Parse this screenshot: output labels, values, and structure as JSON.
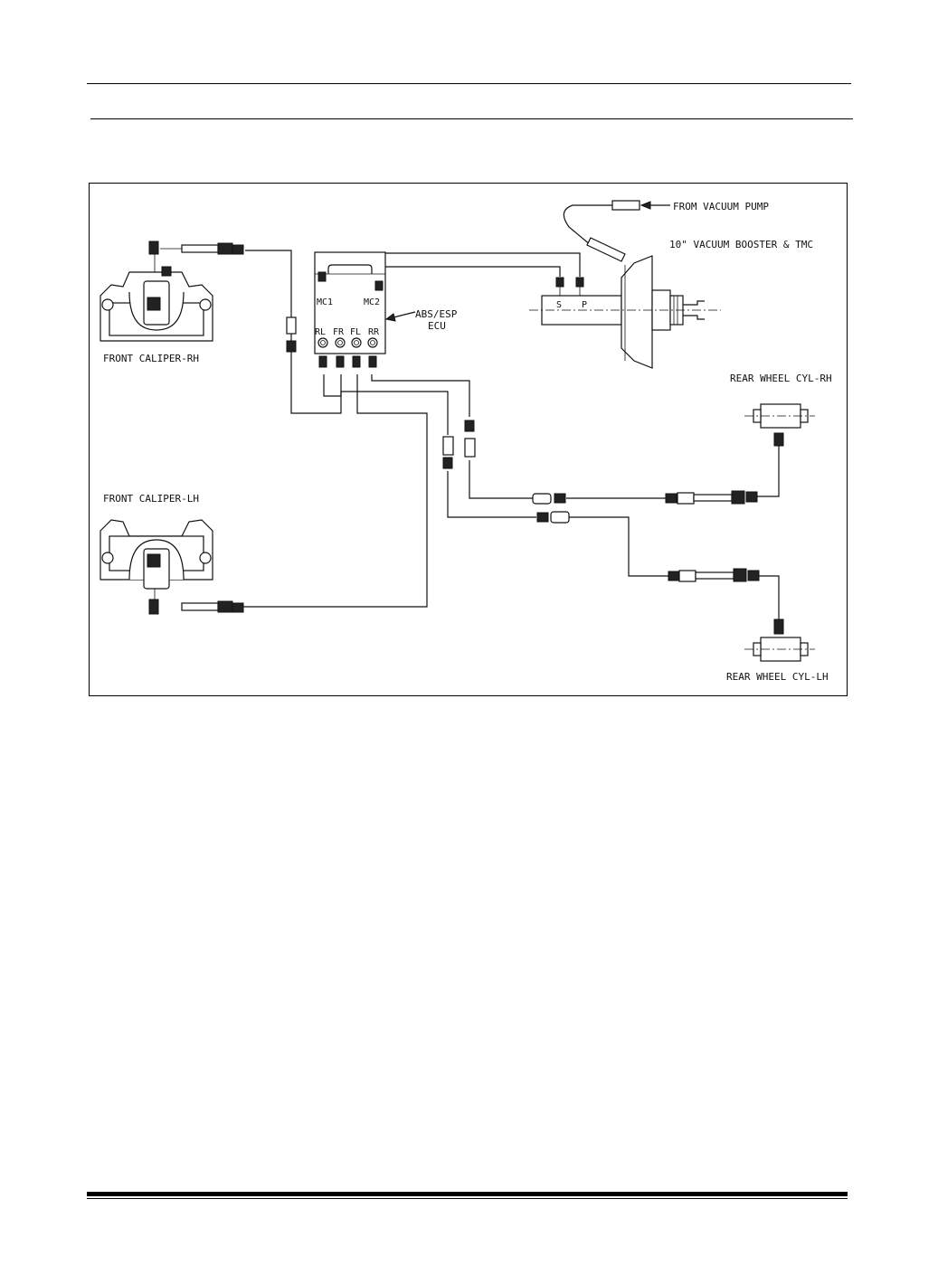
{
  "diagram": {
    "labels": {
      "front_caliper_rh": "FRONT CALIPER-RH",
      "front_caliper_lh": "FRONT CALIPER-LH",
      "rear_wheel_cyl_rh": "REAR WHEEL CYL-RH",
      "rear_wheel_cyl_lh": "REAR WHEEL CYL-LH",
      "from_vacuum_pump": "FROM VACUUM PUMP",
      "vacuum_booster": "10\" VACUUM BOOSTER & TMC",
      "abs_esp_line1": "ABS/ESP",
      "abs_esp_line2": "ECU",
      "port_mc1": "MC1",
      "port_mc2": "MC2",
      "port_rl": "RL",
      "port_fr": "FR",
      "port_fl": "FL",
      "port_rr": "RR",
      "booster_port_s": "S",
      "booster_port_p": "P"
    }
  }
}
